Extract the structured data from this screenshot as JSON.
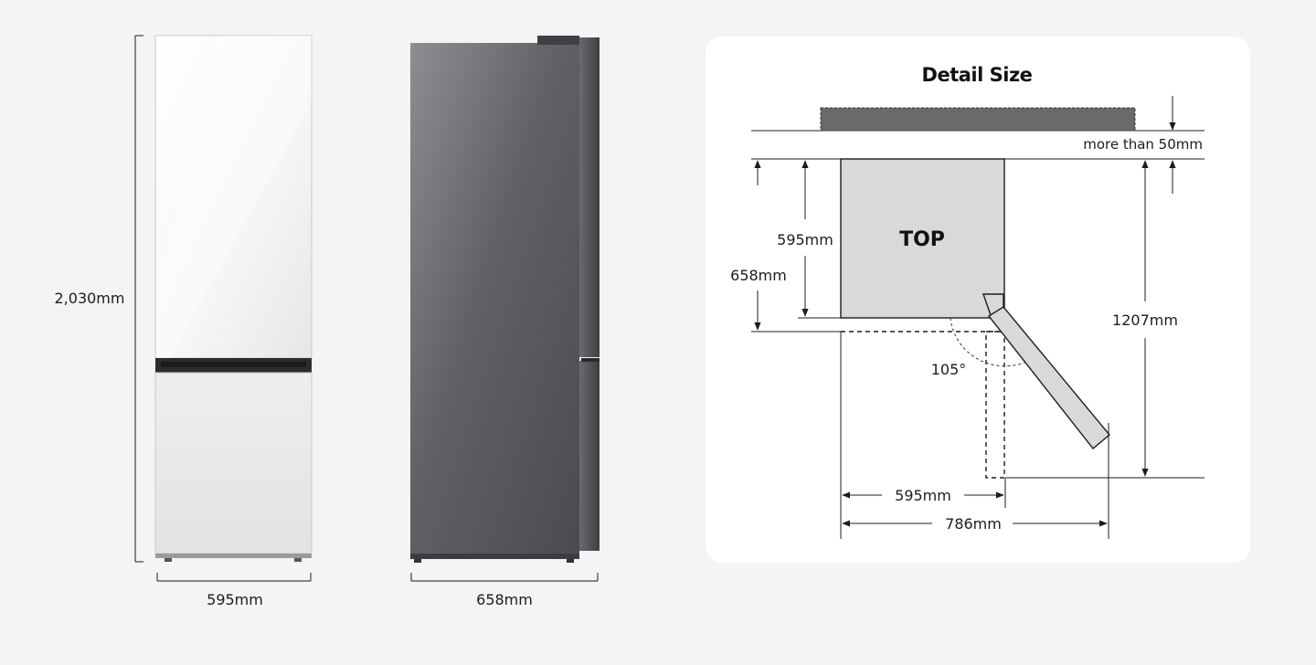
{
  "front_view": {
    "height_label": "2,030mm",
    "width_label": "595mm"
  },
  "side_view": {
    "depth_label": "658mm"
  },
  "detail_panel": {
    "title": "Detail Size",
    "top_label": "TOP",
    "clearance_label": "more than 50mm",
    "body_depth_label": "595mm",
    "total_depth_label": "658mm",
    "open_depth_label": "1207mm",
    "door_angle_label": "105°",
    "body_width_label": "595mm",
    "open_width_label": "786mm"
  },
  "colors": {
    "background": "#f4f4f4",
    "panel": "#ffffff",
    "glass_top": "#ffffff",
    "glass_bottom": "#e4e5e3",
    "side_metal": "#55565a",
    "top_box": "#d9d9d9",
    "wall": "#676767",
    "line": "#1c1c1c"
  }
}
